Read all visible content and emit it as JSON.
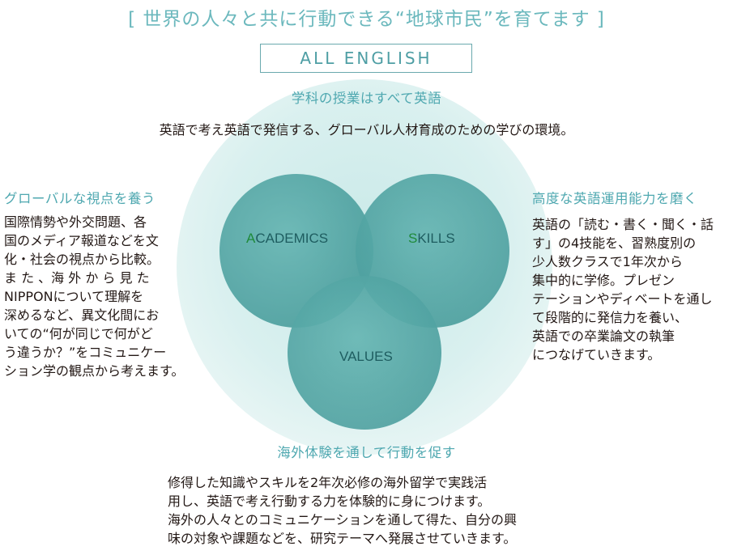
{
  "header": {
    "title": "[ 世界の人々と共に行動できる“地球市民”を育てます ]",
    "badge": "ALL ENGLISH"
  },
  "top_section": {
    "heading": "学科の授業はすべて英語",
    "text": "英語で考え英語で発信する、グローバル人材育成のための学びの環境。"
  },
  "left_section": {
    "heading": "グローバルな視点を養う",
    "lines": [
      "国際情勢や外交問題、各",
      "国のメディア報道などを文",
      "化・社会の視点から比較。",
      "ま た 、海 外 か ら 見 た",
      "NIPPONについて理解を",
      "深めるなど、異文化間にお",
      "いての“何が同じで何がど",
      "う違うか？”をコミュニケー",
      "ション学の観点から考えます。"
    ]
  },
  "right_section": {
    "heading": "高度な英語運用能力を磨く",
    "lines": [
      "英語の「読む・書く・聞く・話",
      "す」の4技能を、習熟度別の",
      "少人数クラスで1年次から",
      "集中的に学修。プレゼン",
      "テーションやディベートを通し",
      "て段階的に発信力を養い、",
      "英語での卒業論文の執筆",
      "につなげていきます。"
    ]
  },
  "bottom_section": {
    "heading": "海外体験を通して行動を促す",
    "lines": [
      "修得した知識やスキルを2年次必修の海外留学で実践活",
      "用し、英語で考え行動する力を体験的に身につけます。",
      "海外の人々とのコミュニケーションを通して得た、自分の興",
      "味の対象や課題などを、研究テーマへ発展させていきます。"
    ]
  },
  "circles": {
    "academics": {
      "initial": "A",
      "rest": "CADEMICS"
    },
    "skills": {
      "initial": "S",
      "rest": "KILLS"
    },
    "values": {
      "label": "VALUES"
    }
  },
  "colors": {
    "accent": "#6bb8bd",
    "big_circle": "#d7efee",
    "circle_fill": "#62b6b5",
    "circle_overlap": "#3f8f90",
    "initial_letter": "#1f8a3a"
  }
}
